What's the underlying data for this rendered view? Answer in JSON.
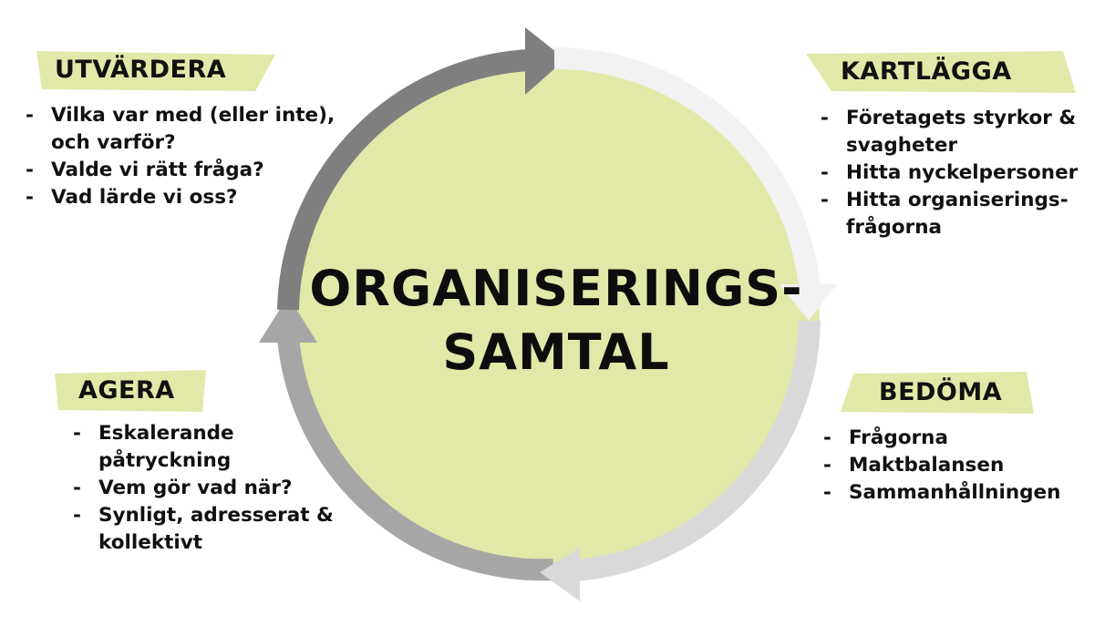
{
  "center": {
    "line1": "ORGANISERINGS-",
    "line2": "SAMTAL"
  },
  "stages": {
    "utvardera": {
      "title": "UTVÄRDERA",
      "items": [
        "Vilka var med (eller inte), och varför?",
        "Valde vi rätt fråga?",
        "Vad lärde vi oss?"
      ]
    },
    "kartlagga": {
      "title": "KARTLÄGGA",
      "items": [
        "Företagets styrkor & svagheter",
        "Hitta nyckelpersoner",
        "Hitta organiserings-frågorna"
      ]
    },
    "bedoma": {
      "title": "BEDÖMA",
      "items": [
        "Frågorna",
        "Maktbalansen",
        "Sammanhållningen"
      ]
    },
    "agera": {
      "title": "AGERA",
      "items": [
        "Eskalerande påtryckning",
        "Vem gör vad när?",
        "Synligt, adresserat & kollektivt"
      ]
    }
  },
  "bullet_marker": "-",
  "colors": {
    "circle_fill": "#e2e8a8",
    "banner_fill": "#e2e8a8",
    "arrow_top_right": "#f2f2f2",
    "arrow_bottom_right": "#d9d9d9",
    "arrow_bottom_left": "#a6a6a6",
    "arrow_top_left": "#7f7f7f",
    "text": "#111111"
  }
}
